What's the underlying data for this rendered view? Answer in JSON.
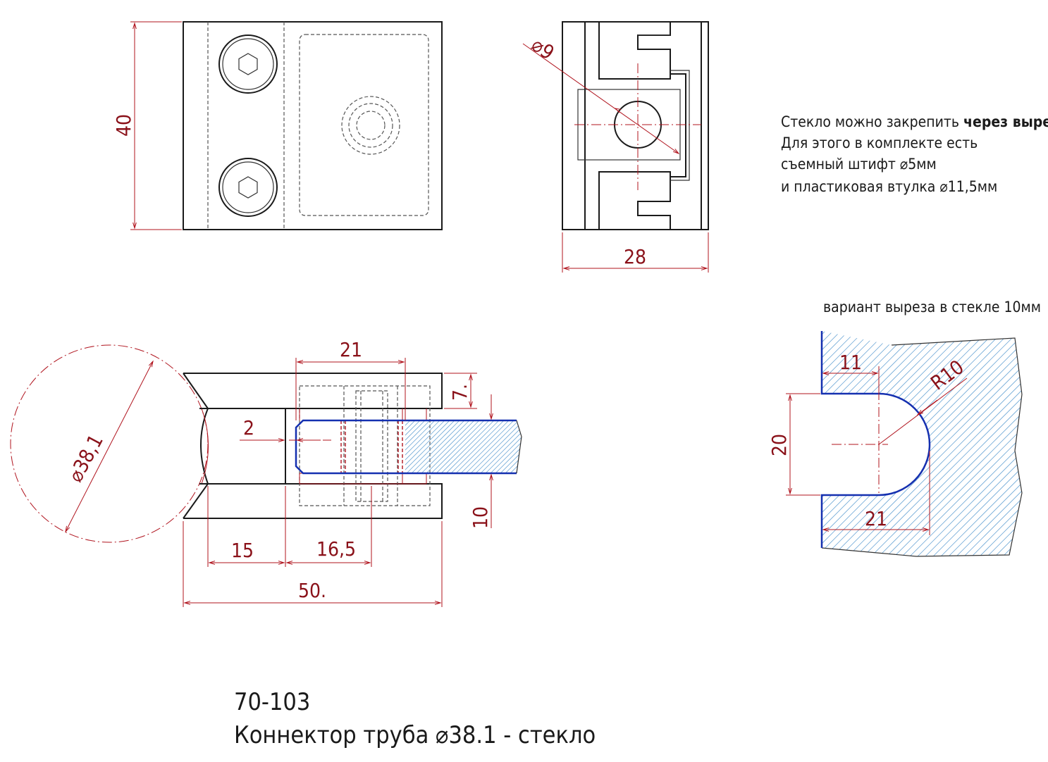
{
  "dimensions": {
    "height_top": "40",
    "width_side": "28",
    "hole_dia": "⌀9",
    "slot_width": "21",
    "slot_depth": "7.",
    "gap": "2",
    "pipe_dia": "⌀38,1",
    "glass_thick": "10",
    "offset_15": "15",
    "offset_16_5": "16,5",
    "total_50": "50.",
    "cut_11": "11",
    "cut_r10": "R10",
    "cut_20": "20",
    "cut_21": "21"
  },
  "notes": {
    "line1_a": "Стекло можно закрепить ",
    "line1_b": "через вырез.",
    "line2": "Для этого в комплекте есть",
    "line3": "съемный штифт ⌀5мм",
    "line4": "и пластиковая втулка ⌀11,5мм",
    "cut_caption": "вариант выреза в стекле 10мм"
  },
  "title": {
    "code": "70-103",
    "name": "Коннектор труба ⌀38.1 - стекло"
  }
}
